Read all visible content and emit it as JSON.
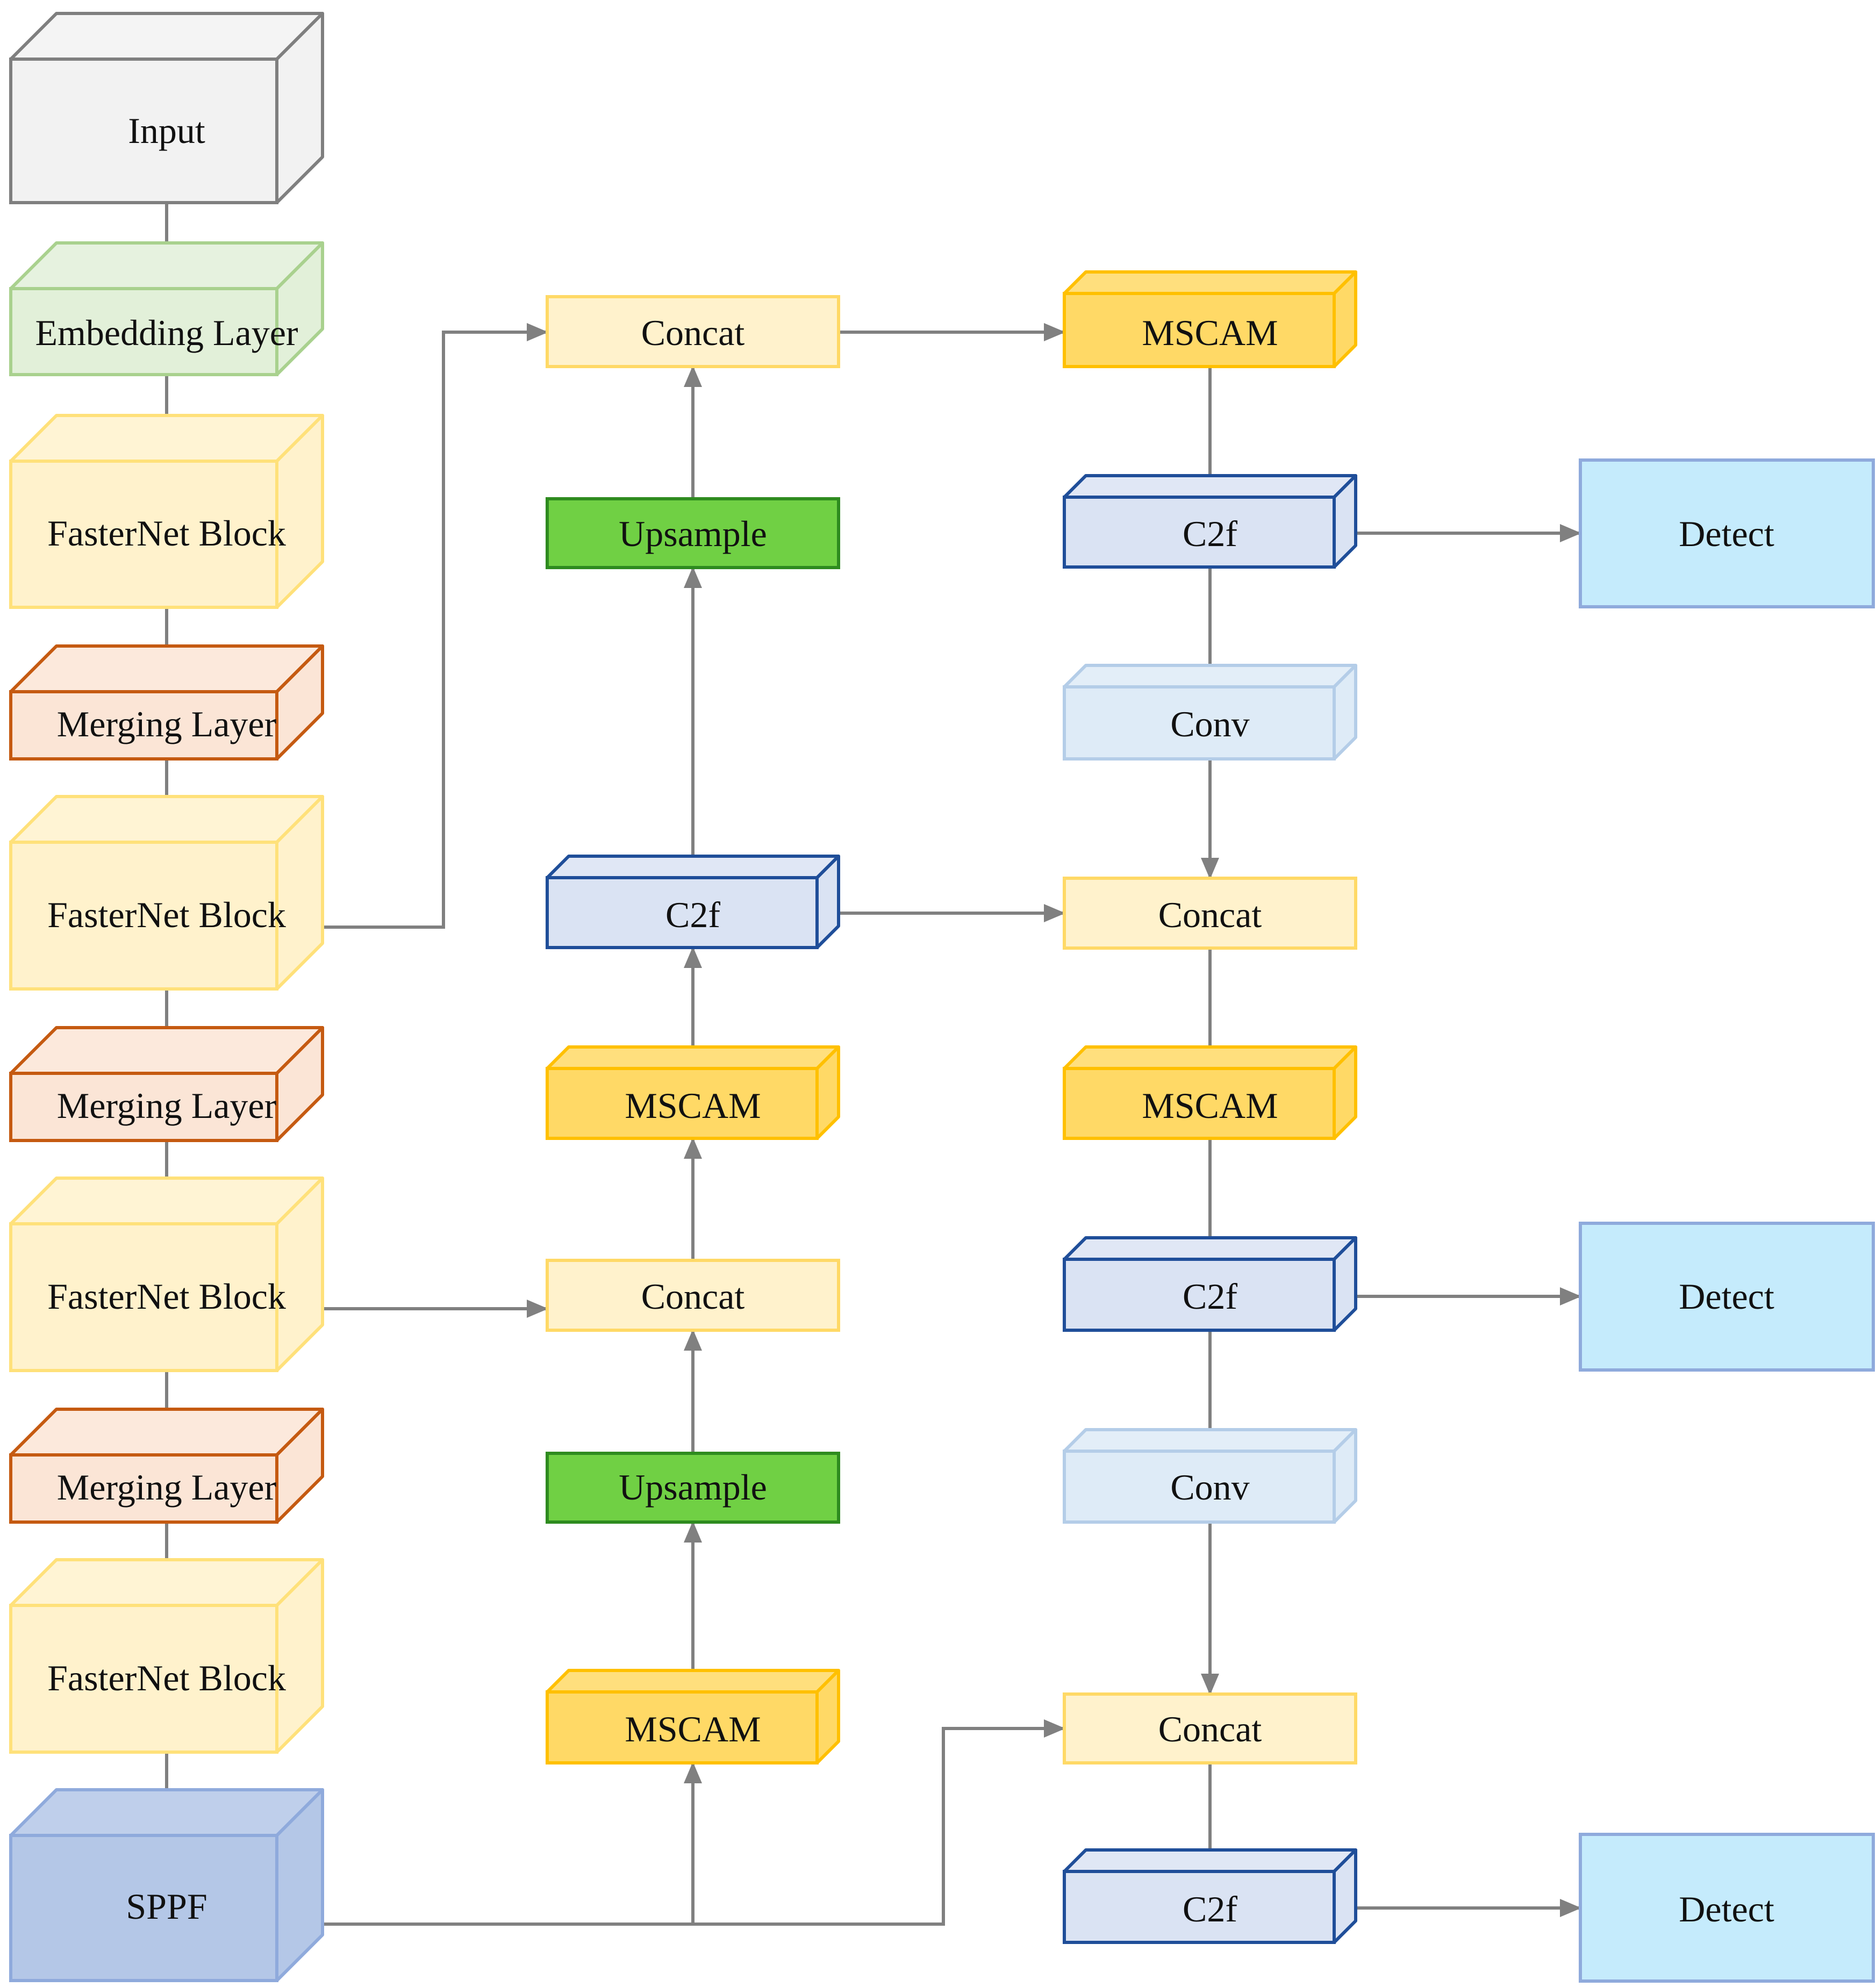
{
  "diagram": {
    "blocks": {
      "input": "Input",
      "embedding": "Embedding Layer",
      "fasternet_1": "FasterNet Block",
      "merging_1": "Merging Layer",
      "fasternet_2": "FasterNet Block",
      "merging_2": "Merging Layer",
      "fasternet_3": "FasterNet Block",
      "merging_3": "Merging Layer",
      "fasternet_4": "FasterNet Block",
      "sppf": "SPPF",
      "neck_concat_top": "Concat",
      "neck_upsample_top": "Upsample",
      "neck_c2f": "C2f",
      "neck_mscam_mid": "MSCAM",
      "neck_concat_mid": "Concat",
      "neck_upsample_bottom": "Upsample",
      "neck_mscam_bottom": "MSCAM",
      "head_mscam_top": "MSCAM",
      "head_c2f_top": "C2f",
      "head_conv_top": "Conv",
      "head_concat_mid": "Concat",
      "head_mscam_mid": "MSCAM",
      "head_c2f_mid": "C2f",
      "head_conv_bottom": "Conv",
      "head_concat_bottom": "Concat",
      "head_c2f_bottom": "C2f",
      "detect_1": "Detect",
      "detect_2": "Detect",
      "detect_3": "Detect"
    },
    "colors": {
      "input_fill": "#F2F2F2",
      "input_stroke": "#7F7F7F",
      "embedding_fill": "#E2F0D9",
      "embedding_stroke": "#A9D18E",
      "fasternet_fill": "#FFF2CC",
      "fasternet_stroke": "#FFE17A",
      "merging_fill": "#FBE5D6",
      "merging_stroke": "#C55A11",
      "sppf_fill": "#B4C7E7",
      "sppf_stroke": "#8FAADC",
      "concat_fill": "#FFF2CC",
      "concat_stroke": "#FFD966",
      "upsample_fill": "#70D044",
      "upsample_stroke": "#2E8B1F",
      "c2f_fill": "#DAE3F3",
      "c2f_stroke": "#1F4E99",
      "mscam_fill": "#FFD966",
      "mscam_stroke": "#FFC000",
      "conv_fill": "#DEEBF7",
      "conv_stroke": "#B4CDE8",
      "detect_fill": "#C5EBFC",
      "detect_stroke": "#8FAADC",
      "arrow": "#808080"
    }
  }
}
